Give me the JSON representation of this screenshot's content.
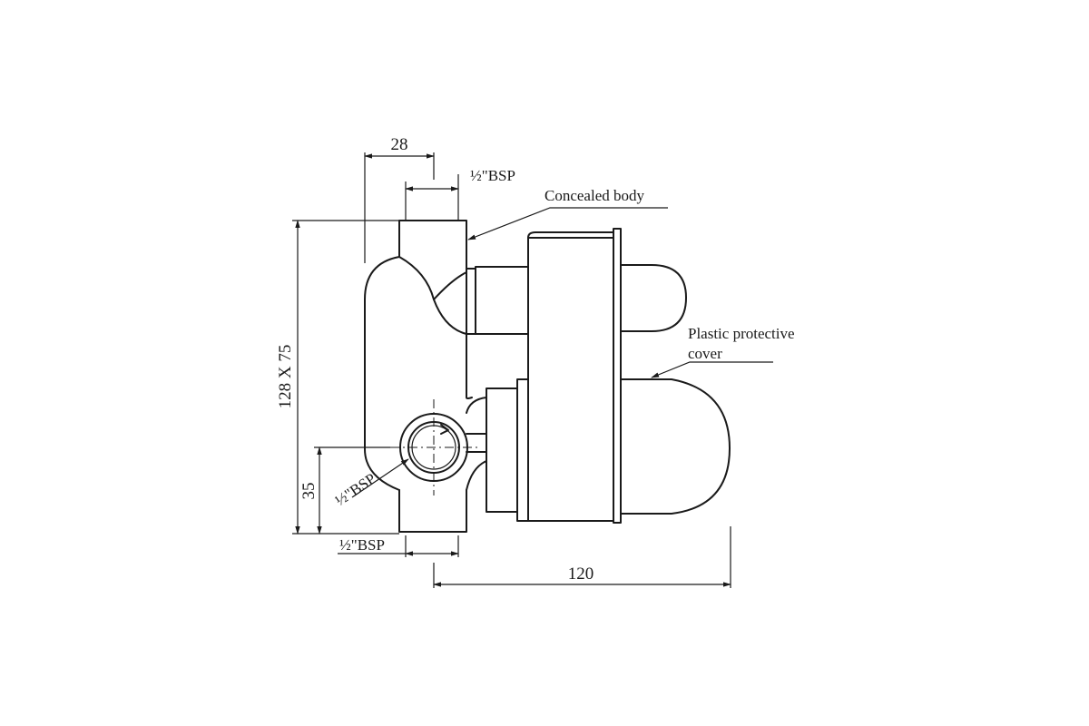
{
  "dimensions": {
    "top_width": "28",
    "height": "128 X 75",
    "port_height": "35",
    "depth": "120"
  },
  "labels": {
    "bsp_top": "½\"BSP",
    "bsp_side": "½\"BSP",
    "bsp_bottom": "½\"BSP",
    "concealed_body": "Concealed body",
    "cover_line1": "Plastic protective",
    "cover_line2": "cover"
  }
}
